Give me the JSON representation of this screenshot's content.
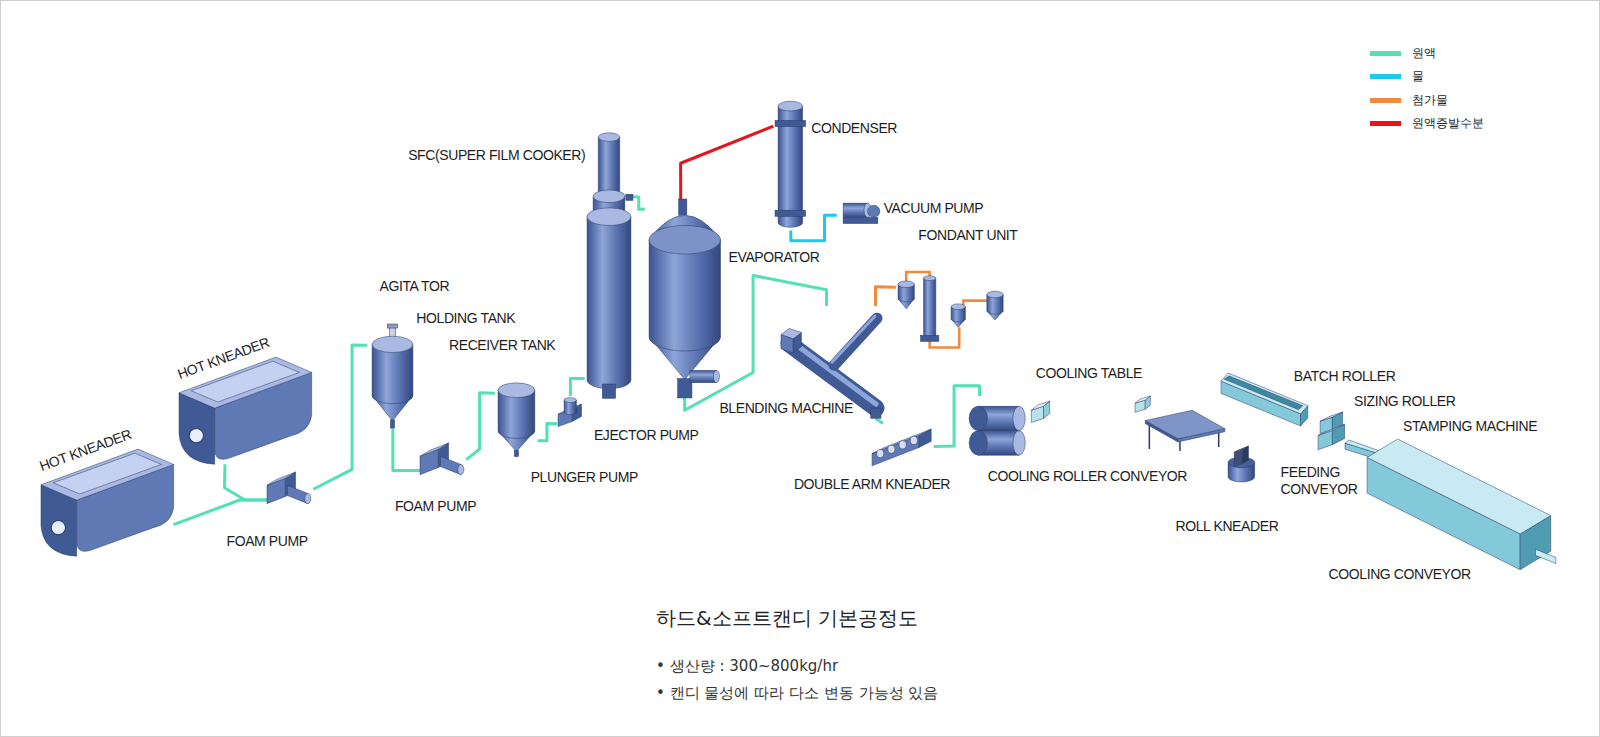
{
  "diagram": {
    "title": "하드&소프트캔디 기본공정도",
    "nodes": [
      {
        "text": [
          "HOT KNEADER"
        ]
      },
      {
        "text": [
          "HOT KNEADER"
        ]
      },
      {
        "text": [
          "FOAM PUMP"
        ]
      },
      {
        "text": [
          "AGITA TOR",
          "HOLDING TANK"
        ]
      },
      {
        "text": [
          "FOAM PUMP"
        ]
      },
      {
        "text": [
          "RECEIVER TANK"
        ]
      },
      {
        "text": [
          "PLUNGER PUMP"
        ]
      },
      {
        "text": [
          "SFC(SUPER FILM COOKER)"
        ]
      },
      {
        "text": [
          "EVAPORATOR"
        ]
      },
      {
        "text": [
          "CONDENSER"
        ]
      },
      {
        "text": [
          "VACUUM PUMP"
        ]
      },
      {
        "text": [
          "FONDANT UNIT"
        ]
      },
      {
        "text": [
          "BLENDING MACHINE"
        ]
      },
      {
        "text": [
          "DOUBLE ARM KNEADER"
        ]
      },
      {
        "text": [
          "COOLING ROLLER CONVEYOR"
        ]
      },
      {
        "text": [
          "COOLING TABLE"
        ]
      },
      {
        "text": [
          "ROLL KNEADER"
        ]
      },
      {
        "text": [
          "BATCH ROLLER"
        ]
      },
      {
        "text": [
          "SIZING ROLLER"
        ]
      },
      {
        "text": [
          "FEEDING CONVEYOR"
        ]
      },
      {
        "text": [
          "STAMPING MACHINE"
        ]
      },
      {
        "text": [
          "COOLING CONVEYOR"
        ]
      }
    ],
    "edges": [
      {
        "from": 0,
        "to": 2,
        "arrow": "none"
      },
      {
        "from": 1,
        "to": 2,
        "arrow": "none"
      },
      {
        "from": 2,
        "to": 3,
        "arrow": "none"
      },
      {
        "from": 3,
        "to": 4,
        "arrow": "none"
      },
      {
        "from": 4,
        "to": 5,
        "arrow": "none"
      },
      {
        "from": 5,
        "to": 6,
        "arrow": "none"
      },
      {
        "from": 6,
        "to": 7,
        "arrow": "none"
      },
      {
        "from": 7,
        "to": 8,
        "arrow": "none"
      },
      {
        "from": 8,
        "to": 12,
        "arrow": "none"
      },
      {
        "from": 8,
        "to": 9,
        "arrow": "none"
      },
      {
        "from": 9,
        "to": 10,
        "arrow": "none"
      },
      {
        "from": 11,
        "to": 12,
        "arrow": "none"
      },
      {
        "from": 12,
        "to": 13,
        "arrow": "none"
      },
      {
        "from": 13,
        "to": 14,
        "arrow": "none"
      }
    ],
    "labels": [
      "EJECTOR PUMP",
      "• 생산량 : 300~800kg/hr",
      "• 캔디 물성에 따라 다소 변동 가능성 있음"
    ],
    "legend": [
      {
        "text": "원액",
        "color": "#52e0b4"
      },
      {
        "text": "물",
        "color": "#1ec8f0"
      },
      {
        "text": "첨가물",
        "color": "#f08a3c"
      },
      {
        "text": "원액증발수분",
        "color": "#e8141c"
      }
    ]
  }
}
